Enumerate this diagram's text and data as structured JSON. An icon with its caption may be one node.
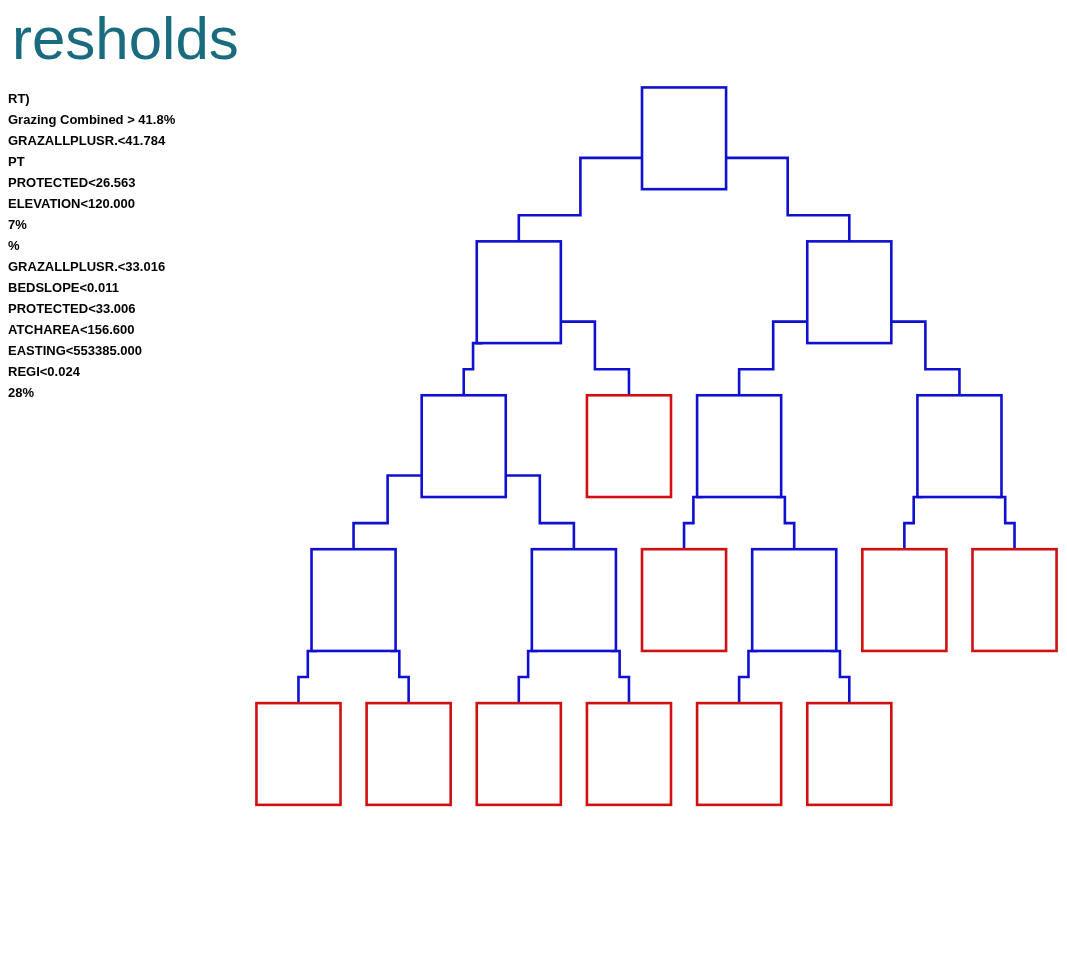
{
  "diagram": {
    "title": "resholds",
    "nodes": [
      {
        "text": [],
        "shape": "box"
      },
      {
        "text": [],
        "shape": "box"
      },
      {
        "text": [],
        "shape": "box"
      },
      {
        "text": [],
        "shape": "box"
      },
      {
        "text": [],
        "shape": "box"
      },
      {
        "text": [],
        "shape": "box"
      },
      {
        "text": [],
        "shape": "box"
      },
      {
        "text": [],
        "shape": "box"
      },
      {
        "text": [],
        "shape": "box"
      },
      {
        "text": [],
        "shape": "box"
      },
      {
        "text": [],
        "shape": "box"
      },
      {
        "text": [],
        "shape": "box"
      },
      {
        "text": [],
        "shape": "box"
      },
      {
        "text": [],
        "shape": "box"
      },
      {
        "text": [],
        "shape": "box"
      },
      {
        "text": [],
        "shape": "box"
      },
      {
        "text": [],
        "shape": "box"
      },
      {
        "text": [],
        "shape": "box"
      },
      {
        "text": [],
        "shape": "box"
      }
    ],
    "edges": [
      {
        "from": 0,
        "to": 1,
        "arrow": "none"
      },
      {
        "from": 0,
        "to": 2,
        "arrow": "none"
      },
      {
        "from": 1,
        "to": 3,
        "arrow": "none"
      },
      {
        "from": 1,
        "to": 4,
        "arrow": "none"
      },
      {
        "from": 2,
        "to": 5,
        "arrow": "none"
      },
      {
        "from": 2,
        "to": 6,
        "arrow": "none"
      },
      {
        "from": 3,
        "to": 7,
        "arrow": "none"
      },
      {
        "from": 3,
        "to": 8,
        "arrow": "none"
      },
      {
        "from": 5,
        "to": 9,
        "arrow": "none"
      },
      {
        "from": 5,
        "to": 10,
        "arrow": "none"
      },
      {
        "from": 6,
        "to": 11,
        "arrow": "none"
      },
      {
        "from": 6,
        "to": 12,
        "arrow": "none"
      },
      {
        "from": 7,
        "to": 13,
        "arrow": "none"
      },
      {
        "from": 7,
        "to": 14,
        "arrow": "none"
      },
      {
        "from": 8,
        "to": 15,
        "arrow": "none"
      },
      {
        "from": 8,
        "to": 16,
        "arrow": "none"
      },
      {
        "from": 10,
        "to": 17,
        "arrow": "none"
      },
      {
        "from": 10,
        "to": 18,
        "arrow": "none"
      }
    ],
    "labels": [
      "RT)",
      "Grazing Combined > 41.8%",
      "GRAZALLPLUSR.<41.784",
      "PT",
      "PROTECTED<26.563",
      "ELEVATION<120.000",
      "7%",
      "%",
      "GRAZALLPLUSR.<33.016",
      "BEDSLOPE<0.011",
      "PROTECTED<33.006",
      "ATCHAREA<156.600",
      "EASTING<553385.000",
      "REGI<0.024",
      "28%"
    ]
  }
}
